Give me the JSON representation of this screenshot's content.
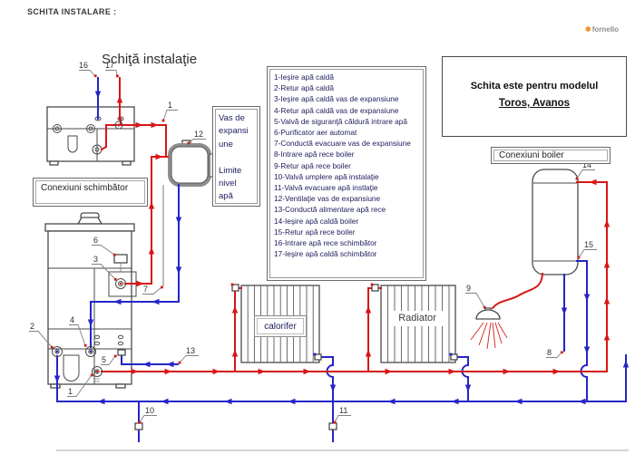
{
  "page": {
    "title": "SCHITA INSTALARE :"
  },
  "logo": {
    "name": "fornello",
    "flame_icon": "flame-spark",
    "accent": "#f08a1d"
  },
  "diagram": {
    "title": "Schiţă instalaţie",
    "model_box": {
      "line1": "Schita este pentru modelul",
      "line2": "Toros, Avanos"
    },
    "legend": {
      "items": [
        "1-Ieşire apă caldă",
        "2-Retur apă caldă",
        "3-Ieşire apă caldă vas de expansiune",
        "4-Retur apă caldă vas de expansiune",
        "5-Valvă de siguranţă căldură intrare apă",
        "6-Purificator aer automat",
        "7-Conductă evacuare vas de expansiune",
        "8-Intrare apă rece boiler",
        "9-Retur apă rece boiler",
        "10-Valvă umplere apă instalaţie",
        "11-Valvă evacuare apă instlaţie",
        "12-Ventilaţie vas de expansiune",
        "13-Conductă alimentare apă rece",
        "14-Ieşire apă caldă boiler",
        "15-Retur apă rece boiler",
        "16-Intrare apă rece schimbător",
        "17-Ieşire apă caldă schimbător"
      ]
    },
    "labels": {
      "conexiuni_schimbator": "Conexiuni schimbător",
      "conexiuni_boiler": "Conexiuni boiler",
      "calorifer": "calorifer",
      "radiator": "Radiator",
      "vas_lines": [
        "Vas de",
        "expansi",
        "une",
        "",
        "Limite",
        "nivel",
        "apă"
      ]
    },
    "markers": {
      "m1": "1",
      "m2": "2",
      "m3": "3",
      "m4": "4",
      "m5": "5",
      "m6": "6",
      "m7": "7",
      "m8": "8",
      "m9": "9",
      "m10": "10",
      "m11": "11",
      "m12": "12",
      "m13": "13",
      "m14": "14",
      "m15": "15",
      "m16": "16",
      "m17": "17"
    }
  },
  "colors": {
    "hot_pipe": "#d81616",
    "cold_pipe": "#2525c8",
    "evac_pipe": "#8f8f8f",
    "device_outline": "#4a4a4a",
    "legend_ink": "#1c1c5e"
  }
}
